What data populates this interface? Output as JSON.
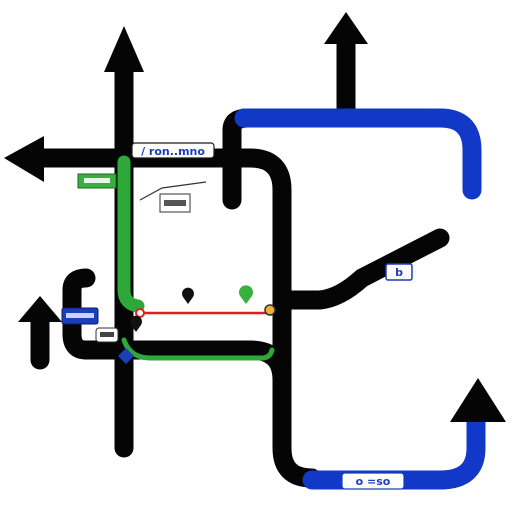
{
  "map": {
    "labels": {
      "top_road": "/ ron..mno",
      "right_road": "b",
      "bottom_road": "o =so"
    },
    "colors": {
      "road_black": "#050505",
      "road_blue": "#1238c8",
      "road_green": "#2fa83a",
      "road_red": "#e02020",
      "sign_blue": "#1a3fb8",
      "sign_green": "#38b03c"
    },
    "icons": [
      "direction-arrow-up-icon",
      "direction-arrow-left-icon",
      "direction-arrow-up-right-icon",
      "map-pin-icon",
      "waypoint-icon",
      "route-marker-icon"
    ]
  }
}
